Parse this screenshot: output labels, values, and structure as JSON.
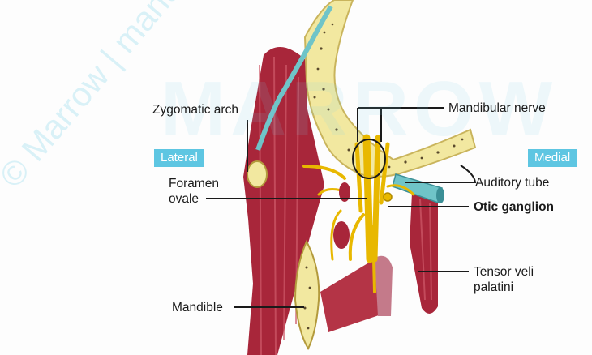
{
  "labels": {
    "zygomatic_arch": "Zygomatic arch",
    "mandibular_nerve": "Mandibular nerve",
    "foramen_ovale_1": "Foramen",
    "foramen_ovale_2": "ovale",
    "auditory_tube": "Auditory tube",
    "otic_ganglion": "Otic ganglion",
    "tensor_veli_palatini_1": "Tensor veli",
    "tensor_veli_palatini_2": "palatini",
    "mandible": "Mandible"
  },
  "tags": {
    "lateral": "Lateral",
    "medial": "Medial"
  },
  "watermarks": {
    "brand_big": "MARROW",
    "diagonal_left": "© Marrow | manduthiroda@g",
    "diagonal_top": "manduthiroda@g"
  },
  "colors": {
    "tag_blue": "#5ec6e2",
    "muscle": "#a8263a",
    "bone": "#f2e8a0",
    "nerve": "#f3c200",
    "tube": "#6fc4c8"
  }
}
